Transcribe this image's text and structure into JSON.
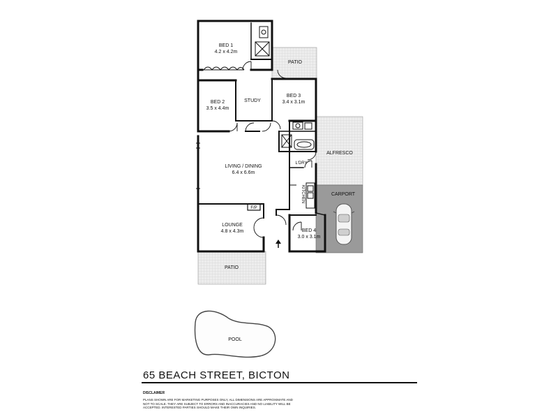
{
  "rooms": {
    "bed1": {
      "name": "BED 1",
      "dims": "4.2 x 4.2m"
    },
    "bed2": {
      "name": "BED 2",
      "dims": "3.5 x 4.4m"
    },
    "study": {
      "name": "STUDY"
    },
    "bed3": {
      "name": "BED 3",
      "dims": "3.4 x 3.1m"
    },
    "patio_top": {
      "name": "PATIO"
    },
    "alfresco": {
      "name": "ALFRESCO"
    },
    "living": {
      "name": "LIVING / DINING",
      "dims": "6.4 x 6.6m"
    },
    "laundry": {
      "name": "L'DRY"
    },
    "kitchen": {
      "name": "KITCHEN"
    },
    "carport": {
      "name": "CARPORT"
    },
    "fireplace": {
      "name": "F/P"
    },
    "lounge": {
      "name": "LOUNGE",
      "dims": "4.8 x 4.3m"
    },
    "bed4": {
      "name": "BED 4",
      "dims": "3.0 x 3.1m"
    },
    "patio_bottom": {
      "name": "PATIO"
    },
    "pool": {
      "name": "POOL"
    }
  },
  "address": "65 BEACH STREET, BICTON",
  "disclaimer": {
    "title": "DISCLAIMER",
    "text": "Plans shown are for marketing purposes only, all dimensions are approximate and not to scale. They are subject to errors and inaccuracies and no liability will be accepted. Interested parties should make their own inquiries."
  },
  "colors": {
    "wall": "#111111",
    "hatch": "#bbbbbb",
    "carport": "#9a9a9a"
  }
}
